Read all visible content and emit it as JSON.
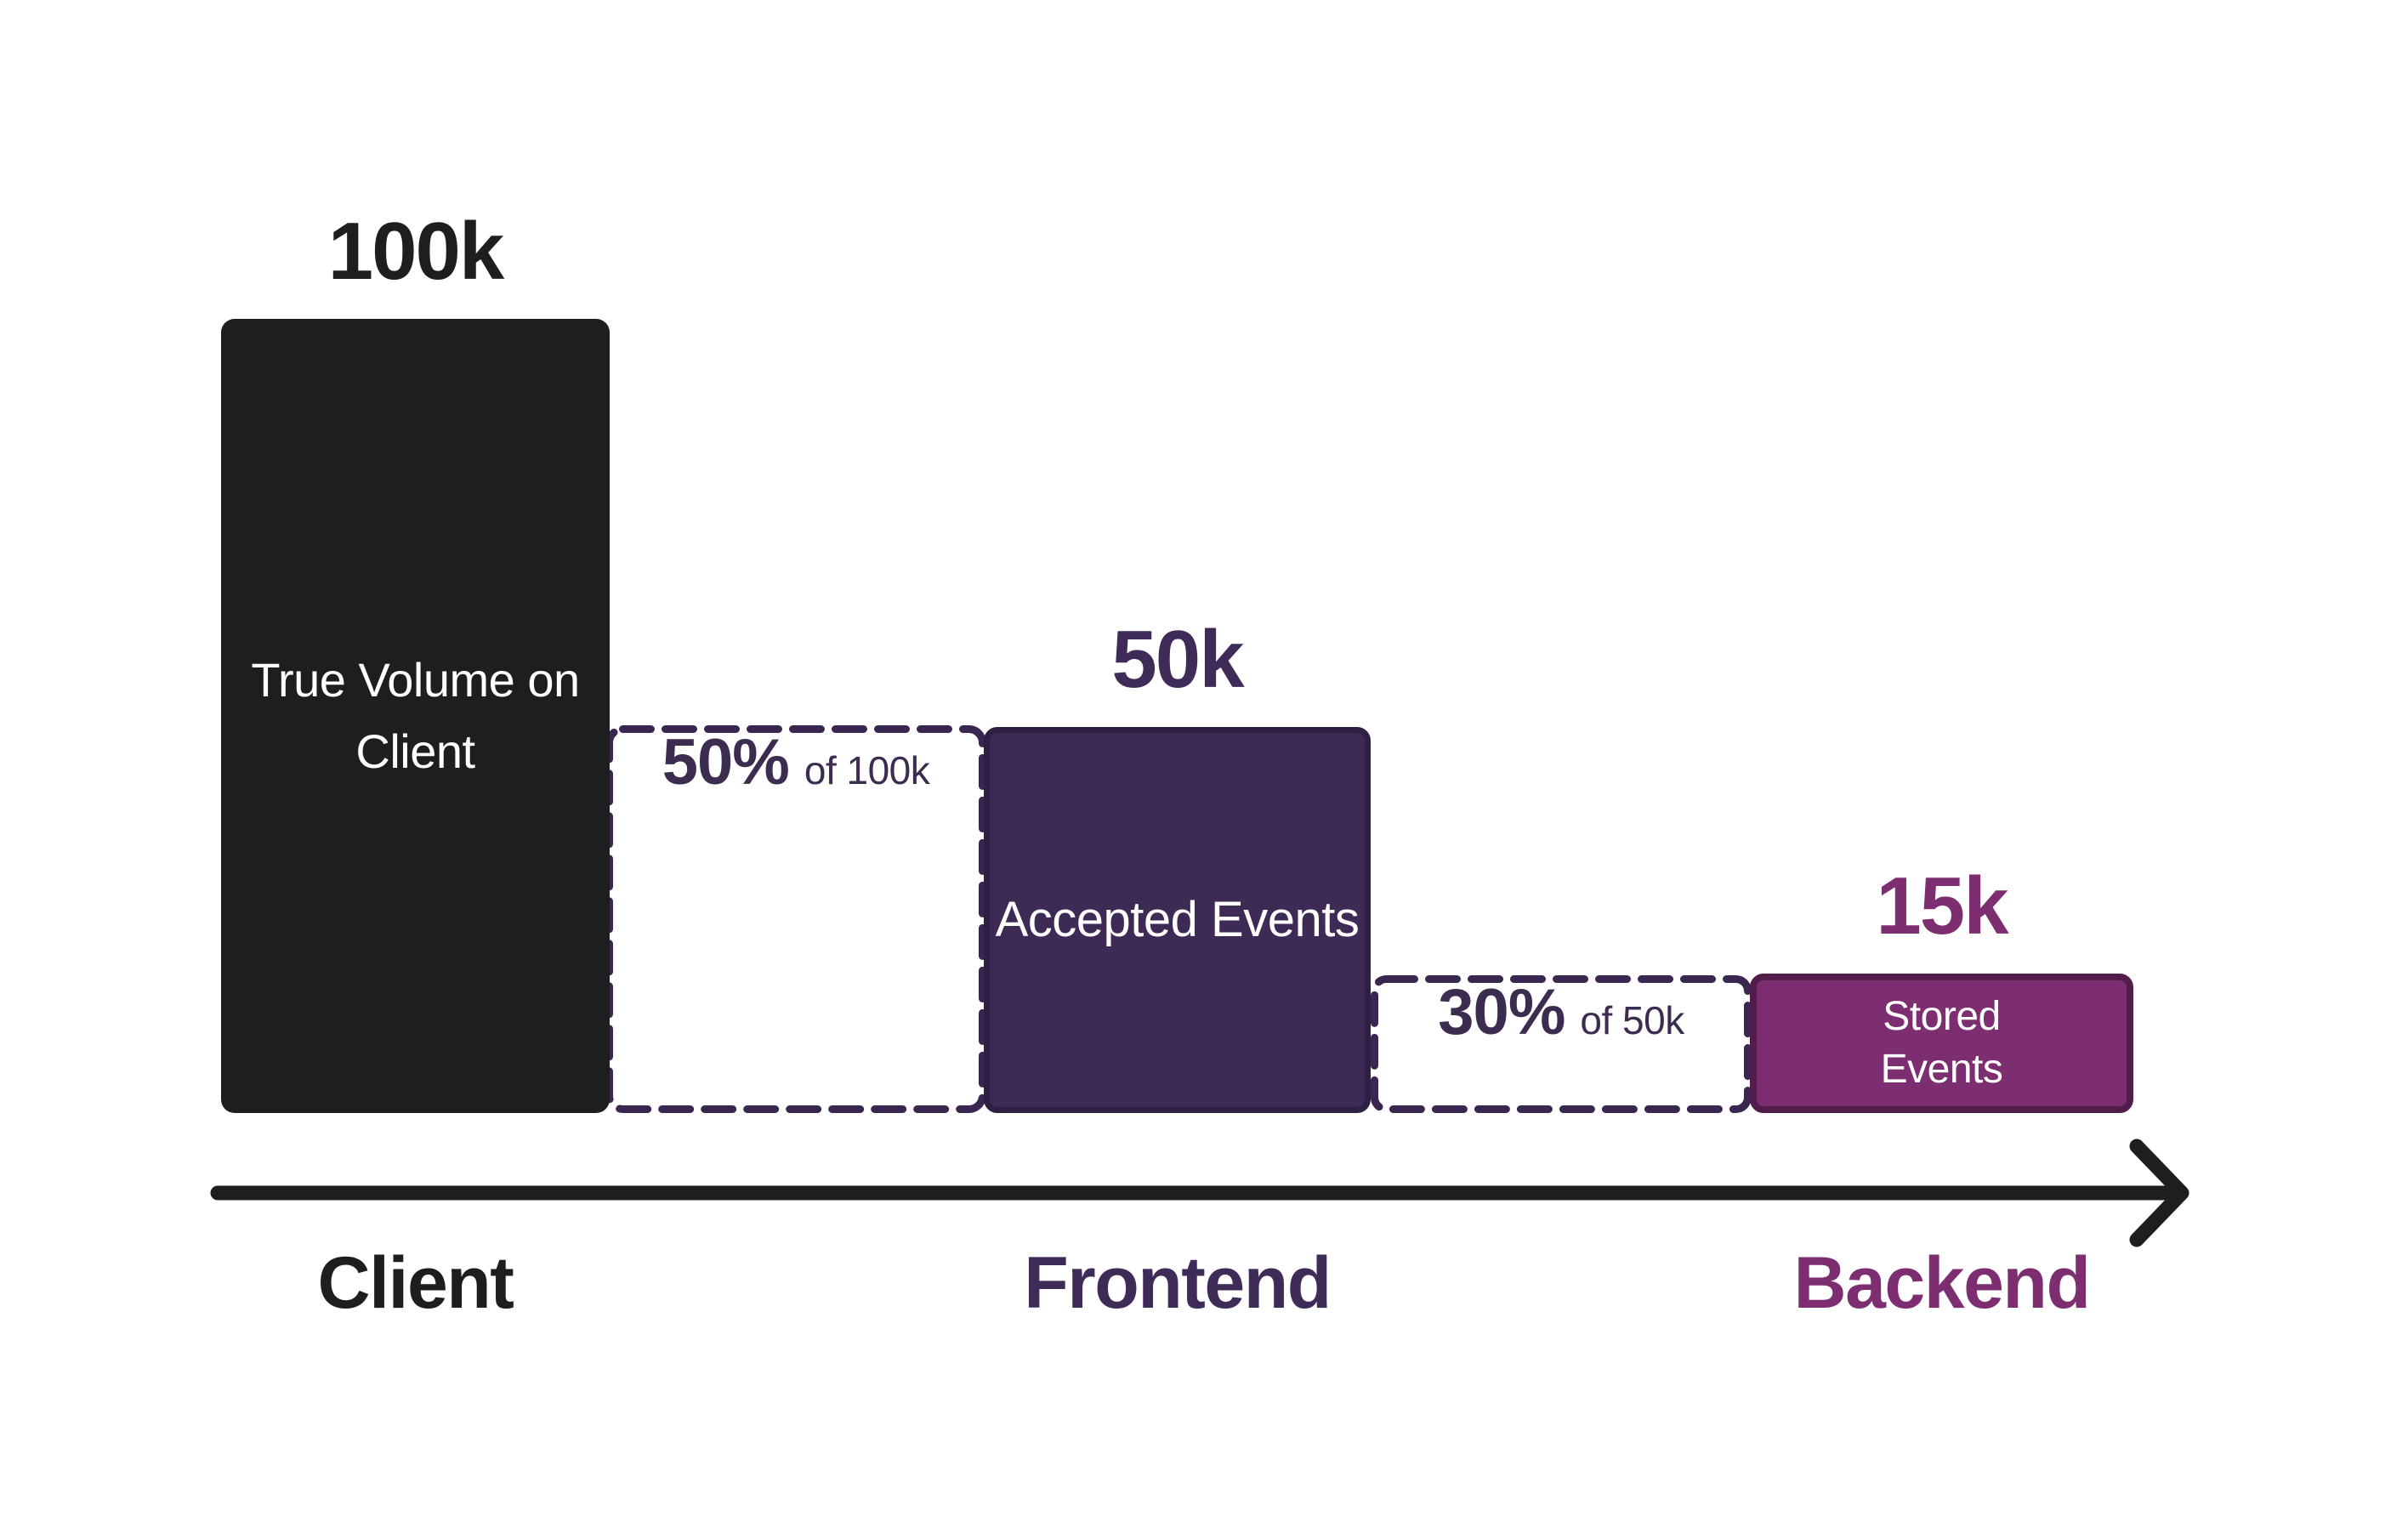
{
  "colors": {
    "background": "#ffffff",
    "ink": "#1e1d20",
    "purple_dark": "#3d2a55",
    "purple_dark_border": "#2e2043",
    "purple_text": "#3f2b57",
    "magenta": "#7d2e71",
    "magenta_border": "#531d4b",
    "dash": "#3a2751",
    "annotation_text": "#3c2d50",
    "bar_text": "#ffffff"
  },
  "funnel": {
    "stages": [
      {
        "value": "100k",
        "bar_label_lines": [
          "True Volume on",
          "Client"
        ],
        "axis_label": "Client"
      },
      {
        "value": "50k",
        "bar_label_lines": [
          "Accepted Events"
        ],
        "axis_label": "Frontend"
      },
      {
        "value": "15k",
        "bar_label_lines": [
          "Stored",
          "Events"
        ],
        "axis_label": "Backend"
      }
    ],
    "annotations": [
      {
        "percent": "50%",
        "of_text": "of 100k"
      },
      {
        "percent": "30%",
        "of_text": "of 50k"
      }
    ]
  },
  "chart_data": {
    "type": "funnel",
    "categories": [
      "Client",
      "Frontend",
      "Backend"
    ],
    "values": [
      100000,
      50000,
      15000
    ],
    "value_labels": [
      "100k",
      "50k",
      "15k"
    ],
    "bar_labels": [
      "True Volume on Client",
      "Accepted Events",
      "Stored Events"
    ],
    "drop_annotations": [
      "50% of 100k",
      "30% of 50k"
    ],
    "legend": "none",
    "axis": "horizontal arrow from Client to Backend"
  }
}
